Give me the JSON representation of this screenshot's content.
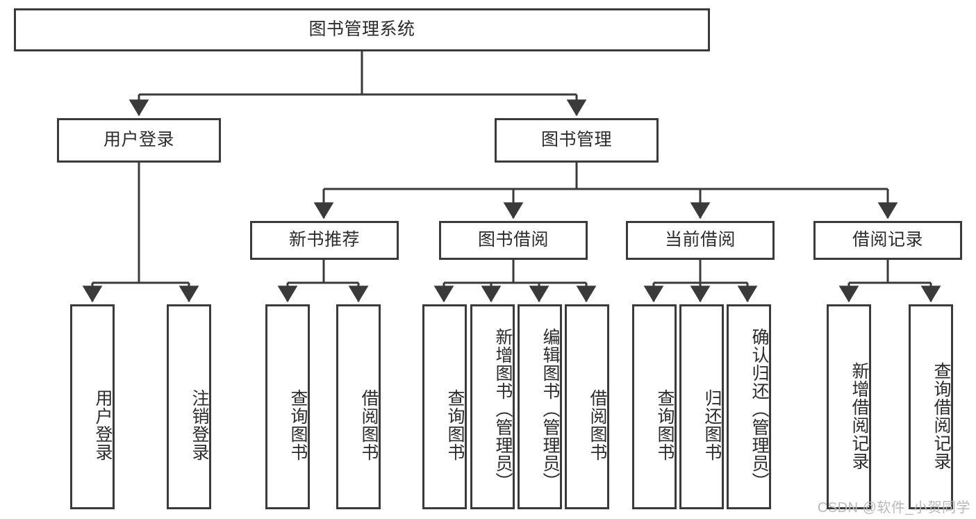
{
  "diagram": {
    "type": "tree-hierarchy",
    "title": "图书管理系统",
    "colors": {
      "box_border": "#3a3a3a",
      "box_fill": "#ffffff",
      "line": "#3a3a3a",
      "text": "#2b2b2b",
      "watermark": "#b9b9b9",
      "background": "#ffffff"
    },
    "root": {
      "label": "图书管理系统"
    },
    "level2": [
      {
        "id": "user-login",
        "label": "用户登录"
      },
      {
        "id": "book-management",
        "label": "图书管理"
      }
    ],
    "level3": [
      {
        "id": "new-book-recommend",
        "label": "新书推荐"
      },
      {
        "id": "book-borrow",
        "label": "图书借阅"
      },
      {
        "id": "current-borrow",
        "label": "当前借阅"
      },
      {
        "id": "borrow-record",
        "label": "借阅记录"
      }
    ],
    "leaves": {
      "user_login": [
        {
          "id": "user-login-leaf",
          "label": "用户登录"
        },
        {
          "id": "logout-leaf",
          "label": "注销登录"
        }
      ],
      "new_book_recommend": [
        {
          "id": "query-book-1",
          "label": "查询图书"
        },
        {
          "id": "borrow-book-1",
          "label": "借阅图书"
        }
      ],
      "book_borrow": [
        {
          "id": "query-book-2",
          "label": "查询图书"
        },
        {
          "id": "add-book",
          "label": "新增图书（管理员）"
        },
        {
          "id": "edit-book",
          "label": "编辑图书（管理员）"
        },
        {
          "id": "borrow-book-2",
          "label": "借阅图书"
        }
      ],
      "current_borrow": [
        {
          "id": "query-book-3",
          "label": "查询图书"
        },
        {
          "id": "return-book",
          "label": "归还图书"
        },
        {
          "id": "confirm-return",
          "label": "确认归还（管理员）"
        }
      ],
      "borrow_record": [
        {
          "id": "add-borrow-record",
          "label": "新增借阅记录"
        },
        {
          "id": "query-borrow-record",
          "label": "查询借阅记录"
        }
      ]
    }
  },
  "watermark": {
    "text": "CSDN @软件_小贺同学"
  }
}
